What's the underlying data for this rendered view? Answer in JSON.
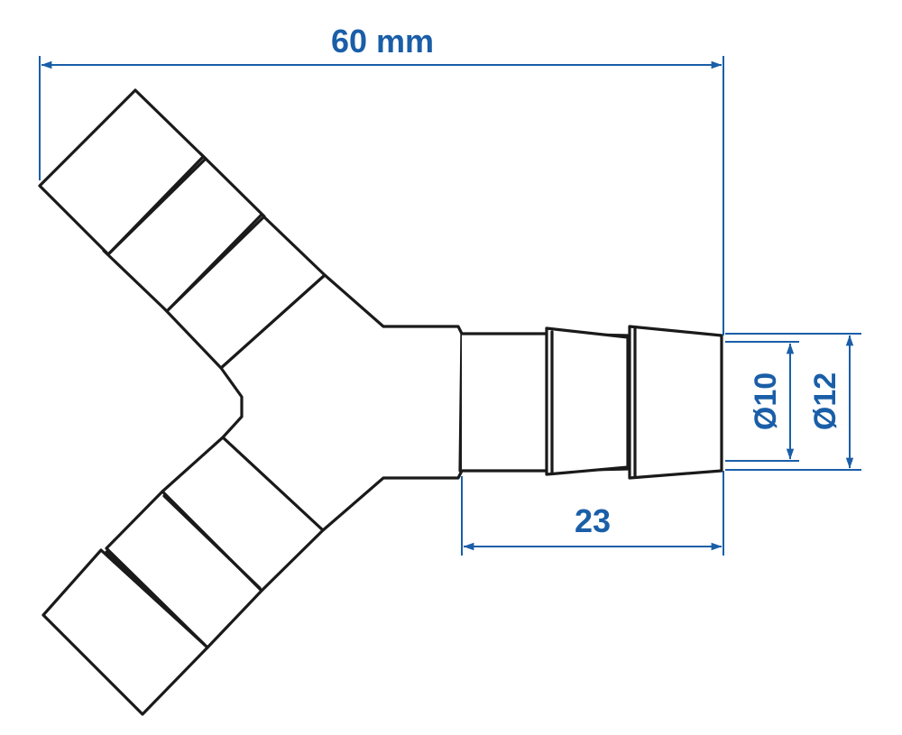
{
  "dimensions": {
    "overall_width": "60 mm",
    "branch_length": "23",
    "inner_diameter": "Ø10",
    "outer_diameter": "Ø12"
  },
  "colors": {
    "dimension": "#1a5ea8",
    "outline": "#1a1a1a",
    "fill": "#ffffff"
  }
}
